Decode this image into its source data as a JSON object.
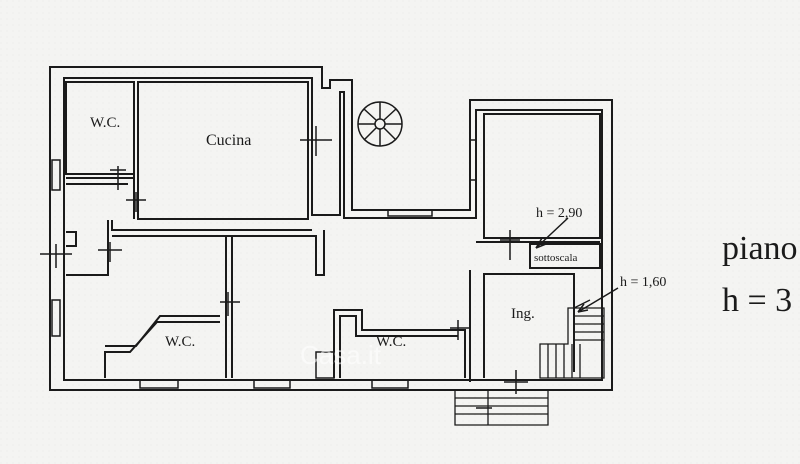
{
  "labels": {
    "wc_top": "W.C.",
    "cucina": "Cucina",
    "wc_left": "W.C.",
    "wc_mid": "W.C.",
    "ingresso": "Ing.",
    "sottoscala": "sottoscala",
    "height_1": "h = 2,90",
    "height_2": "h = 1,60",
    "side_piano": "piano",
    "side_h": "h = 3"
  },
  "watermark": "Casa.it",
  "colors": {
    "ink": "#1a1a1a",
    "paper": "#f4f4f2"
  }
}
